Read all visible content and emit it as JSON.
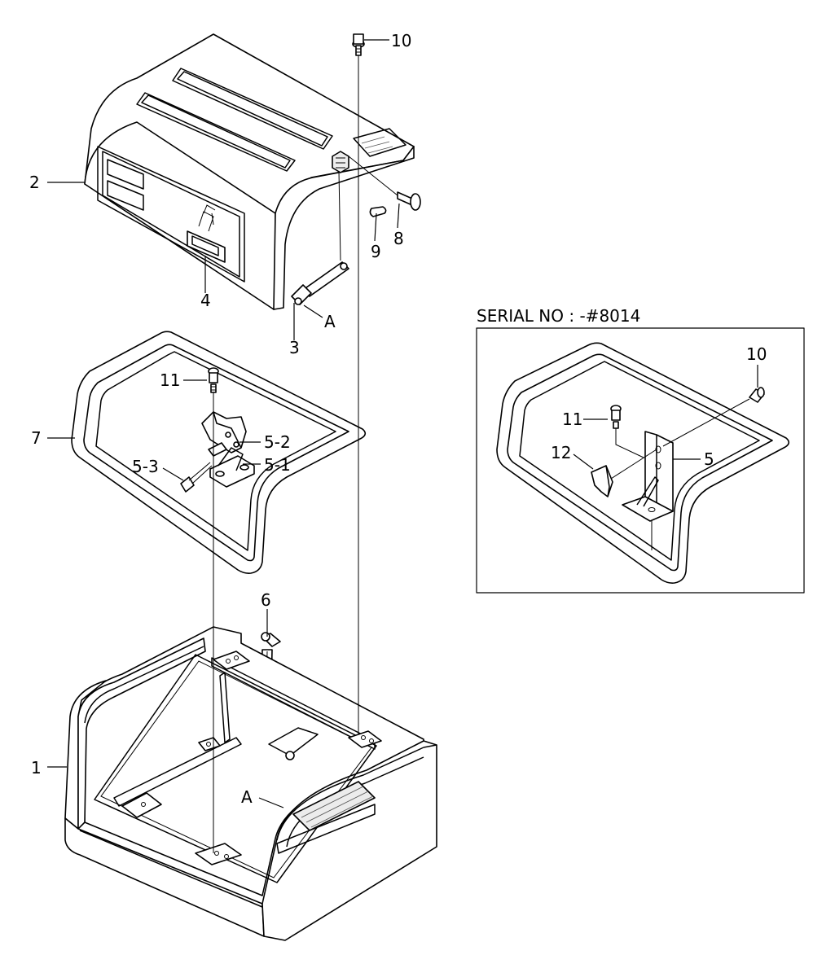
{
  "callouts": {
    "c1": "1",
    "c2": "2",
    "c3": "3",
    "c4": "4",
    "c5_1": "5-1",
    "c5_2": "5-2",
    "c5_3": "5-3",
    "c6": "6",
    "c7": "7",
    "c8": "8",
    "c9": "9",
    "c10": "10",
    "c11": "11",
    "cA_top": "A",
    "cA_bottom": "A"
  },
  "inset": {
    "title": "SERIAL NO : -#8014",
    "callouts": {
      "c5": "5",
      "c10": "10",
      "c11": "11",
      "c12": "12"
    }
  }
}
